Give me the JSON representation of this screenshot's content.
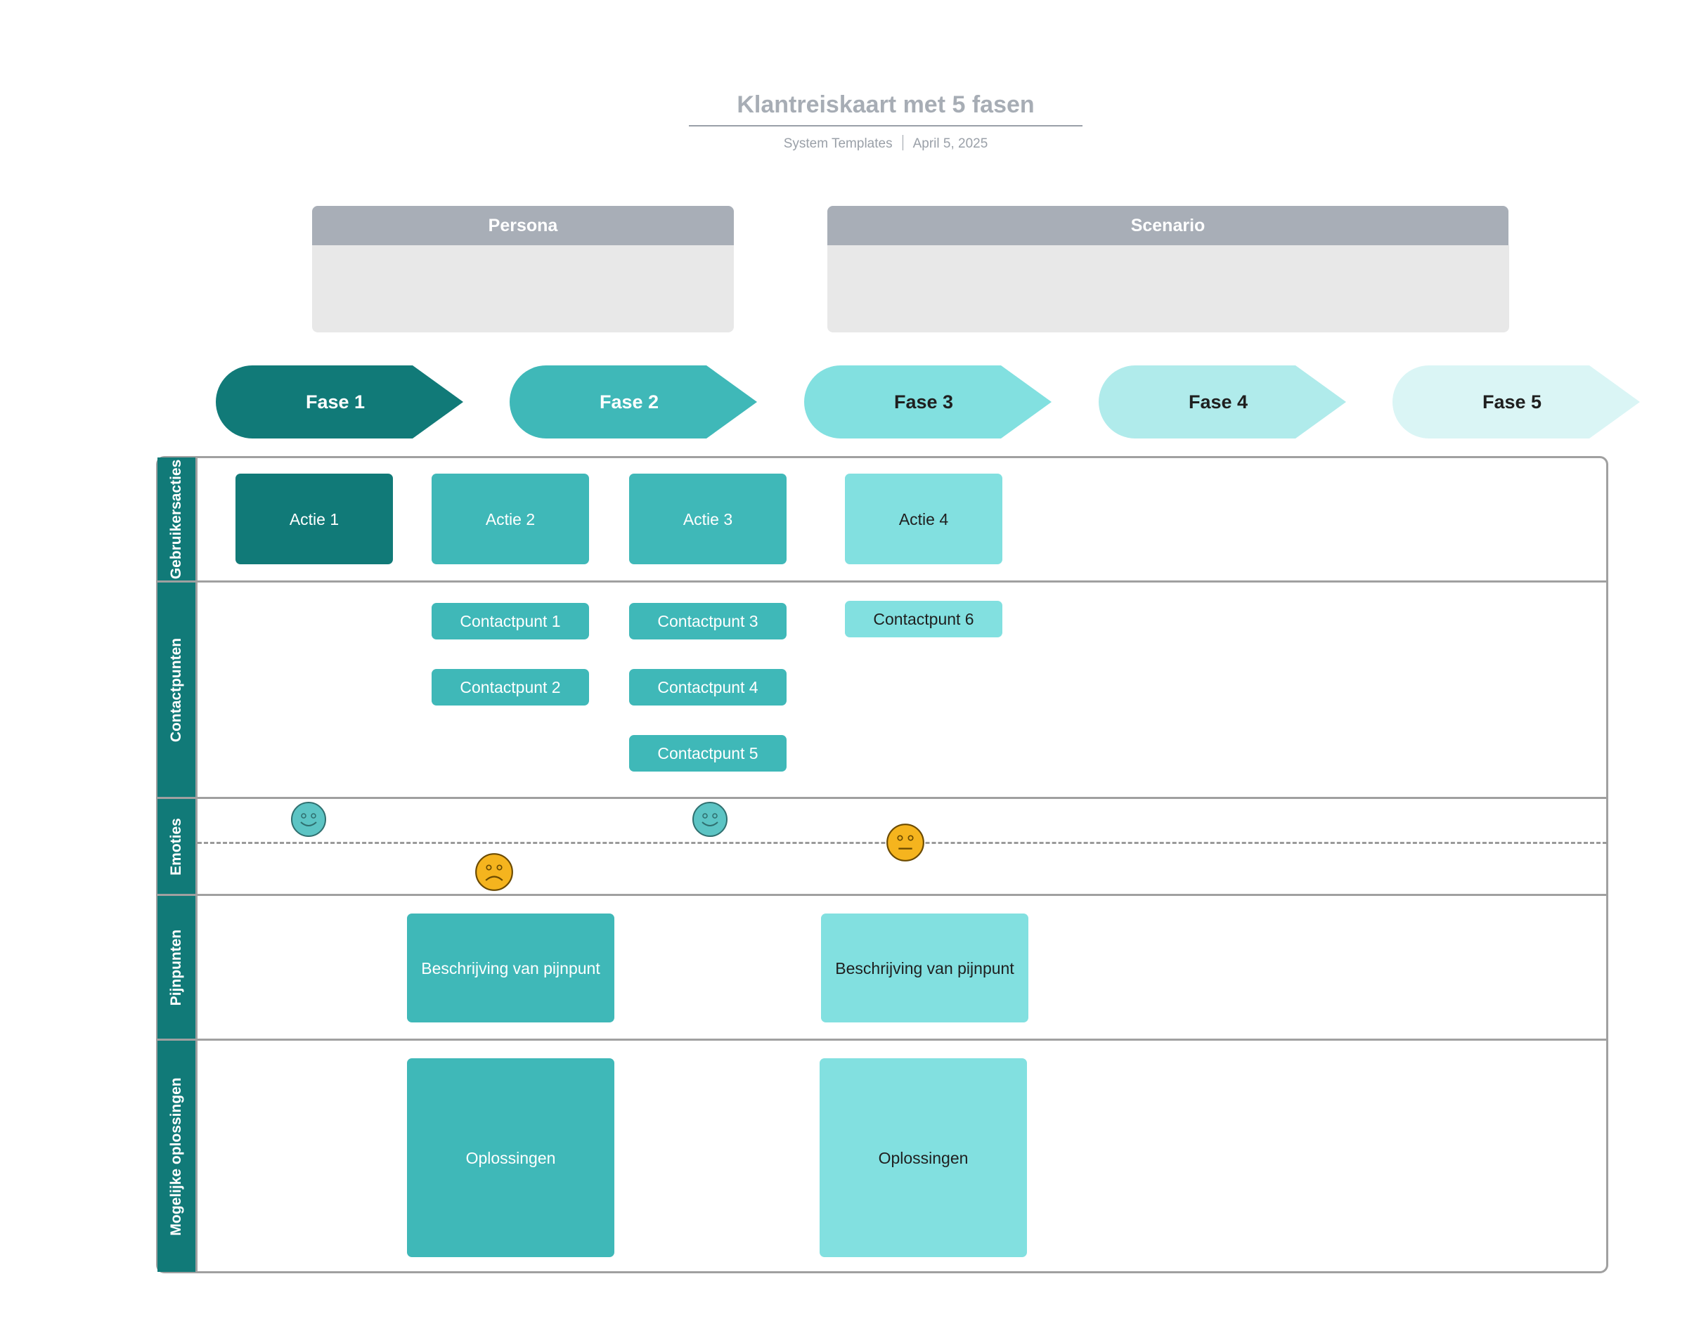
{
  "header": {
    "title": "Klantreiskaart met 5 fasen",
    "source": "System Templates",
    "date": "April 5, 2025"
  },
  "panels": {
    "persona": "Persona",
    "scenario": "Scenario"
  },
  "phases": [
    {
      "label": "Fase 1",
      "color": "#117a78",
      "text_color": "#ffffff"
    },
    {
      "label": "Fase 2",
      "color": "#3fb8b8",
      "text_color": "#ffffff"
    },
    {
      "label": "Fase 3",
      "color": "#82e0e0",
      "text_color": "#1f1f1f"
    },
    {
      "label": "Fase 4",
      "color": "#b0ebeb",
      "text_color": "#1f1f1f"
    },
    {
      "label": "Fase 5",
      "color": "#daf5f5",
      "text_color": "#1f1f1f"
    }
  ],
  "lanes": {
    "gebruikersacties": "Gebruikersacties",
    "contactpunten": "Contactpunten",
    "emoties": "Emoties",
    "pijnpunten": "Pijnpunten",
    "oplossingen": "Mogelijke oplossingen"
  },
  "actions": [
    "Actie 1",
    "Actie 2",
    "Actie 3",
    "Actie 4"
  ],
  "touchpoints": [
    "Contactpunt 1",
    "Contactpunt 2",
    "Contactpunt 3",
    "Contactpunt 4",
    "Contactpunt 5",
    "Contactpunt 6"
  ],
  "emotions": [
    {
      "mood": "happy",
      "icon": "happy-face-icon",
      "color": "#5cc4c4"
    },
    {
      "mood": "sad",
      "icon": "sad-face-icon",
      "color": "#f5b41e"
    },
    {
      "mood": "happy",
      "icon": "happy-face-icon",
      "color": "#5cc4c4"
    },
    {
      "mood": "neutral",
      "icon": "neutral-face-icon",
      "color": "#f5b41e"
    }
  ],
  "pain_points": [
    "Beschrijving van pijnpunt",
    "Beschrijving van pijnpunt"
  ],
  "solutions": [
    "Oplossingen",
    "Oplossingen"
  ],
  "colors": {
    "dark_teal": "#117a78",
    "mid_teal": "#3fb8b8",
    "light_teal": "#82e0e0",
    "panel_header": "#a8aeb7",
    "panel_body": "#e8e8e8"
  }
}
